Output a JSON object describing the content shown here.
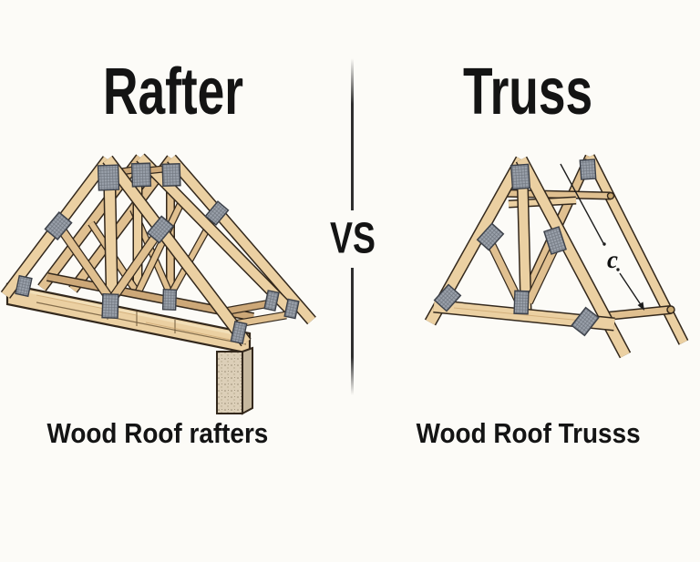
{
  "page": {
    "background_color": "#FCFBF7"
  },
  "left_panel": {
    "title": "Rafter",
    "caption": "Wood Roof rafters",
    "illustration": "wood-rafter-assembly-3d"
  },
  "right_panel": {
    "title": "Truss",
    "caption": "Wood Roof Trusss",
    "dimension_label": "c",
    "illustration": "wood-truss-aframe-3d"
  },
  "divider": {
    "vs_label": "VS",
    "line_color": "#2E2E2E"
  },
  "palette": {
    "text": "#141414",
    "wood_light": "#EBD0A2",
    "wood_mid": "#E0C090",
    "wood_dark": "#CDA878",
    "outline": "#33281C",
    "gusset_plate": "#9AA1AB",
    "post_speckled": "#DCCFB8"
  }
}
